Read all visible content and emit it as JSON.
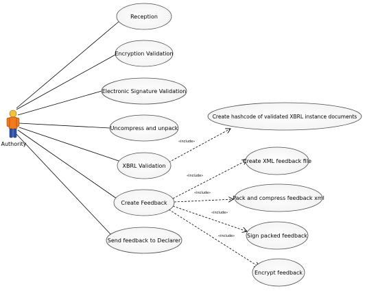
{
  "actor": {
    "name": "Authority"
  },
  "use_cases": {
    "reception": "Reception",
    "encryption_validation": "Encryption Validation",
    "electronic_signature_validation": "Electronic Signature Validation",
    "uncompress_and_unpack": "Uncompress and unpack",
    "xbrl_validation": "XBRL Validation",
    "create_feedback": "Create Feedback",
    "send_feedback": "Send feedback to Declarer",
    "create_hashcode": "Create hashcode of validated XBRL instance documents",
    "create_xml_feedback": "Create XML feedback file",
    "pack_and_compress": "Pack and compress feedback xml",
    "sign_packed_feedback": "Sign packed feedback",
    "encrypt_feedback": "Encrypt feedback"
  },
  "stereotype": "«include»",
  "colors": {
    "actor_body": "#f07a1e",
    "actor_head": "#f5c23a",
    "actor_legs": "#2a4fa8"
  }
}
